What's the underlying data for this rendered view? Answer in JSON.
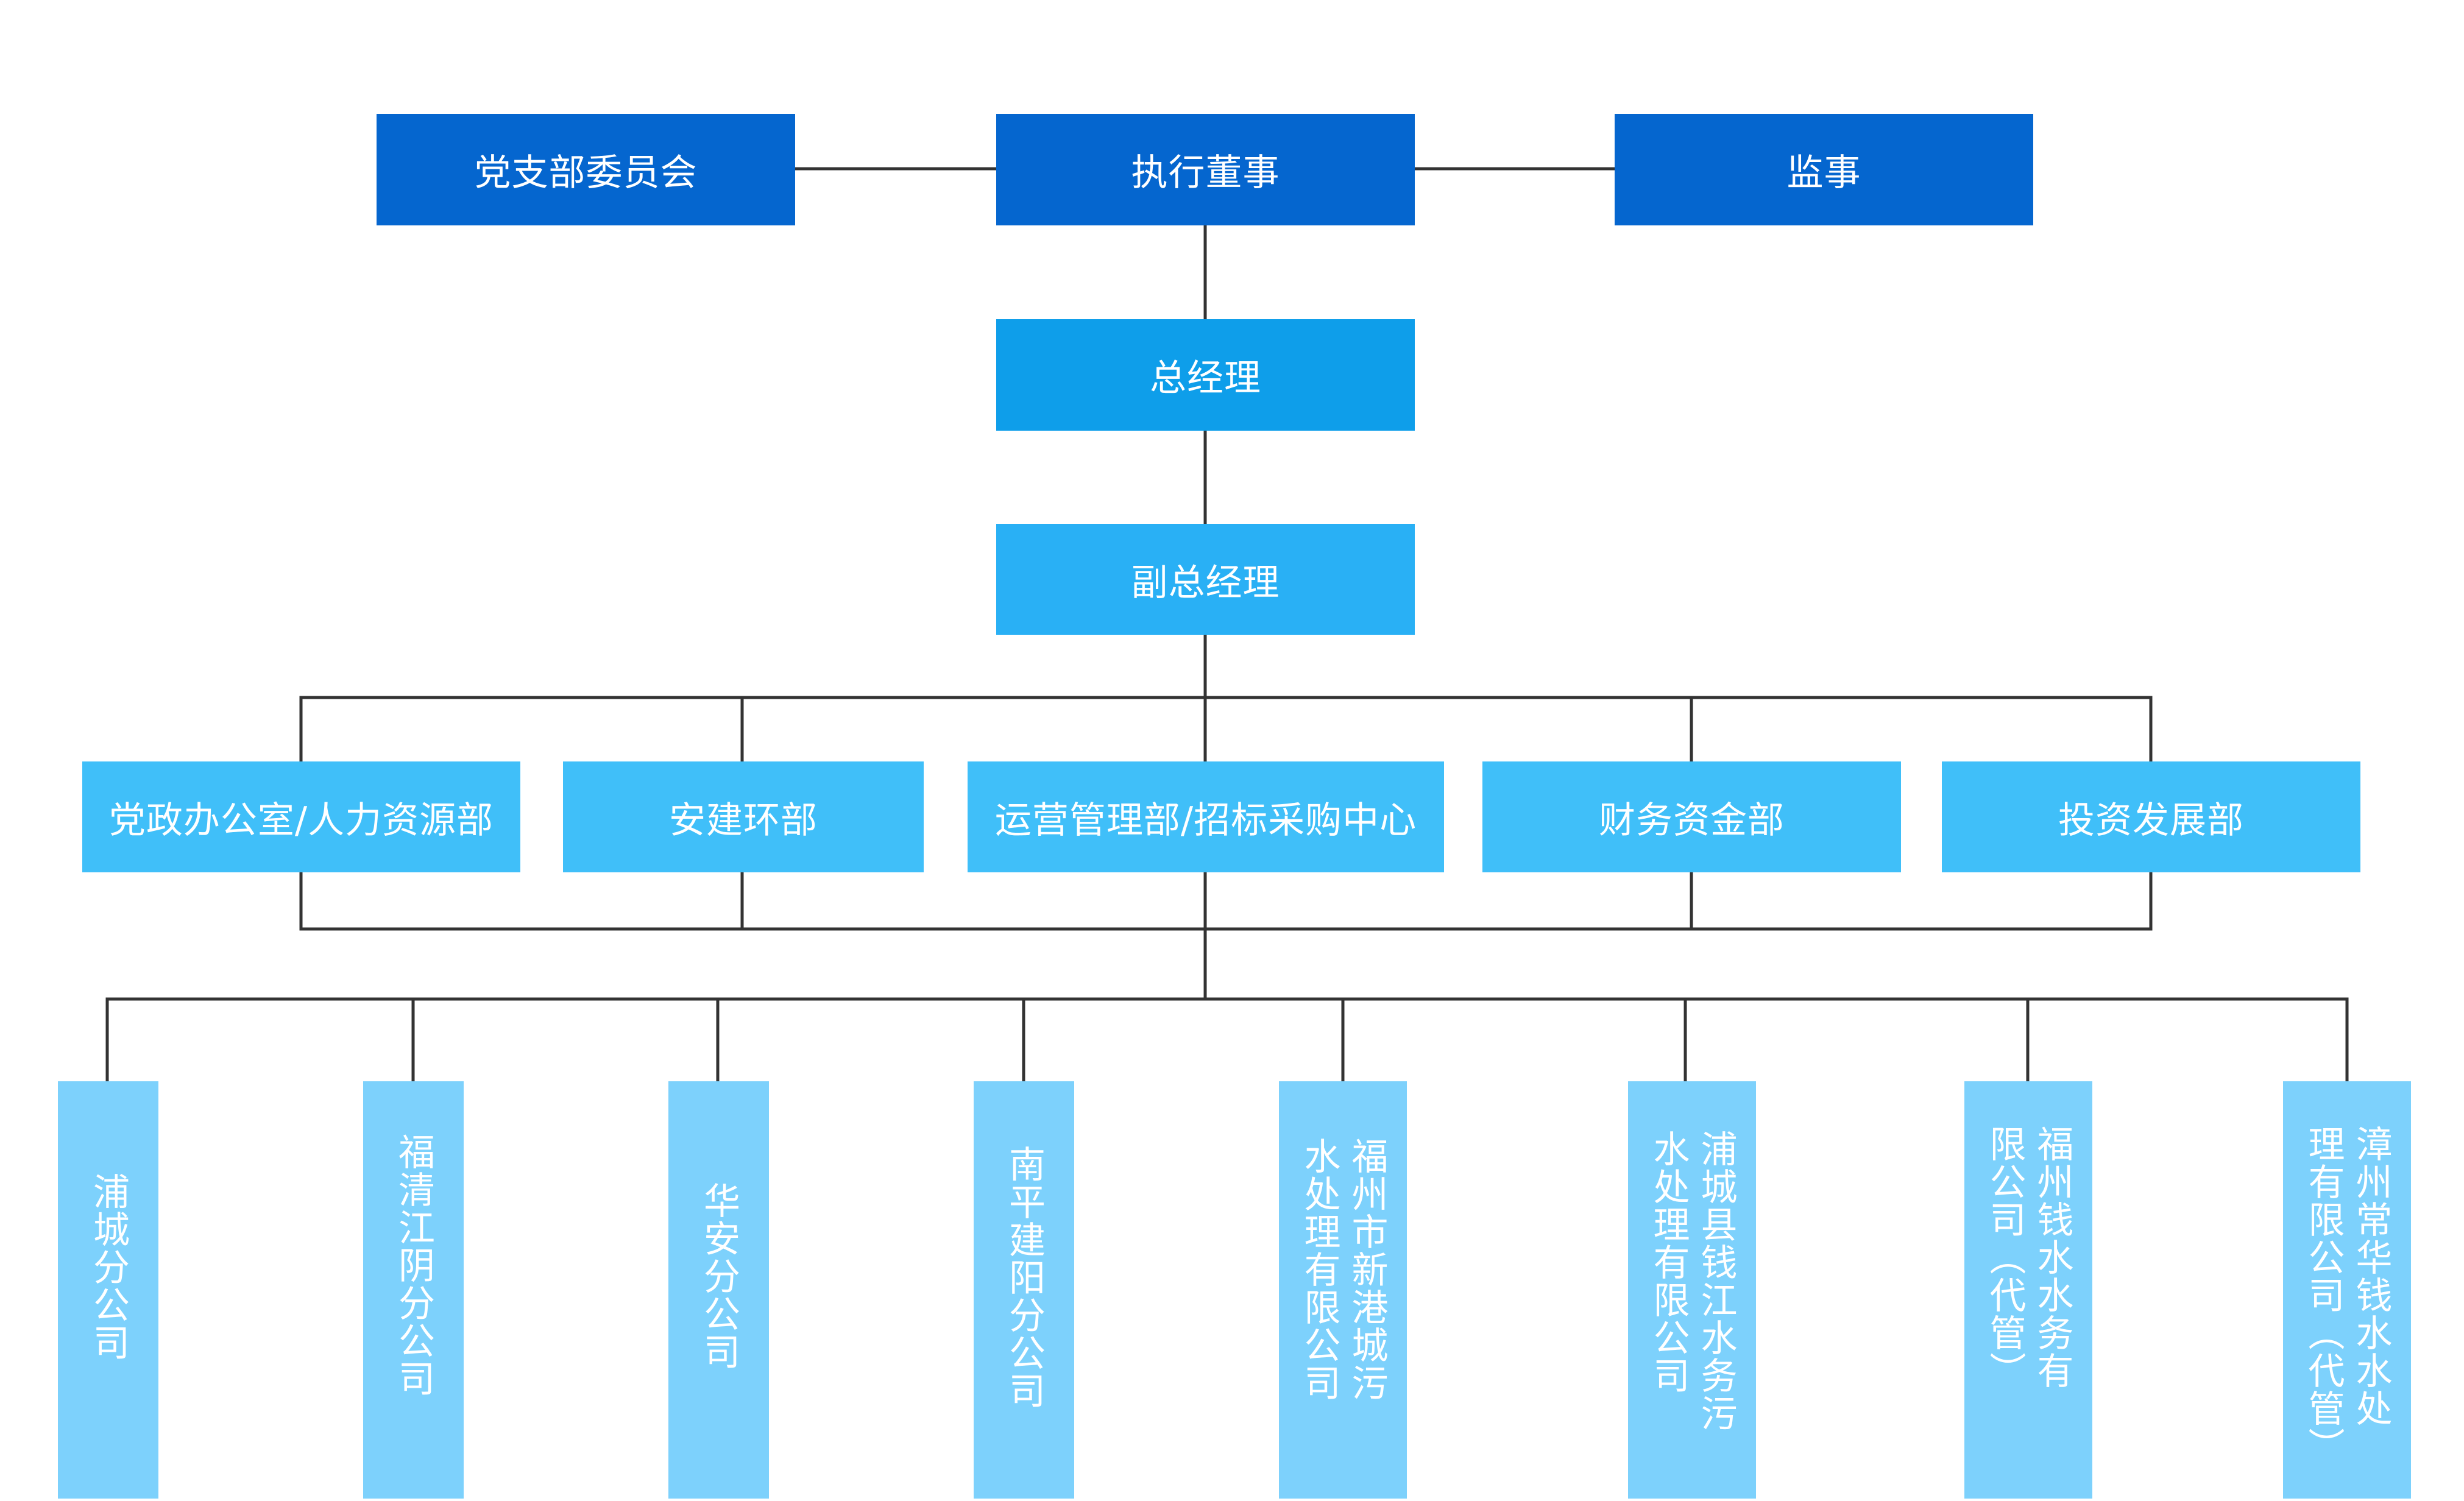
{
  "top_row": {
    "party_committee": "党支部委员会",
    "executive_director": "执行董事",
    "supervisor": "监事"
  },
  "general_manager": "总经理",
  "deputy_general_manager": "副总经理",
  "departments": [
    "党政办公室/人力资源部",
    "安建环部",
    "运营管理部/招标采购中心",
    "财务资金部",
    "投资发展部"
  ],
  "units": [
    "浦城分公司",
    "福清江阴分公司",
    "华安分公司",
    "南平建阳分公司",
    "福州市新港城污水处理有限公司",
    "浦城县钱江水务污水处理有限公司",
    "福州钱水水务有限公司（代管）",
    "漳州常华钱水水处理有限公司（代管）"
  ],
  "colors": {
    "level1": "#0566cf",
    "level2": "#0e9eea",
    "level3": "#29b0f5",
    "level4": "#40bff9",
    "level5": "#7dd1fc",
    "connector": "#333333"
  }
}
